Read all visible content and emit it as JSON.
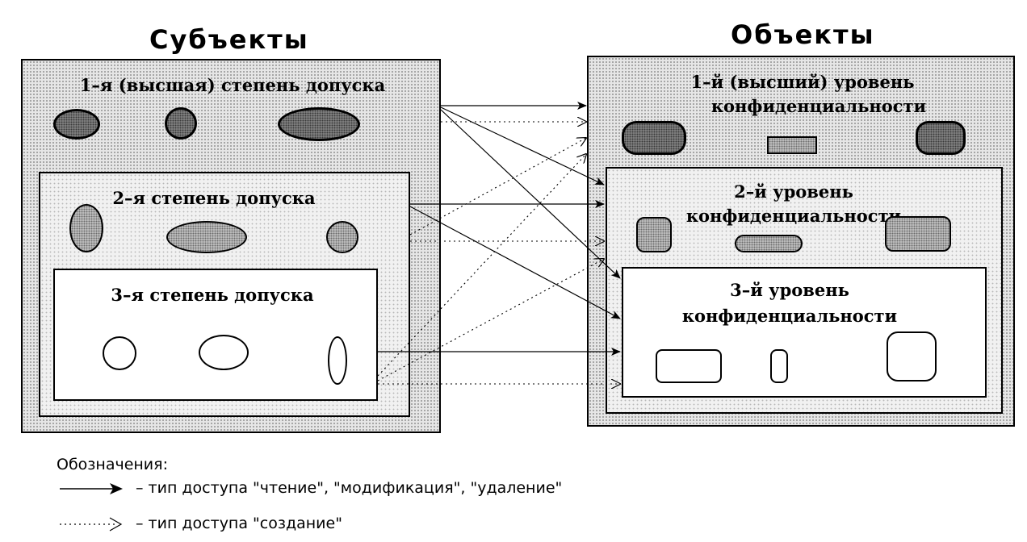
{
  "subjects": {
    "title": "Субъекты",
    "level1_label": "1–я (высшая) степень допуска",
    "level2_label": "2–я степень допуска",
    "level3_label": "3–я степень допуска"
  },
  "objects": {
    "title": "Объекты",
    "level1_label_line1": "1–й (высший) уровень",
    "level1_label_line2": "конфиденциальности",
    "level2_label_line1": "2–й уровень",
    "level2_label_line2": "конфиденциальности",
    "level3_label_line1": "3–й уровень",
    "level3_label_line2": "конфиденциальности"
  },
  "legend": {
    "heading": "Обозначения:",
    "solid_text": "– тип доступа \"чтение\", \"модификация\", \"удаление\"",
    "dotted_text": "– тип доступа \"создание\""
  }
}
